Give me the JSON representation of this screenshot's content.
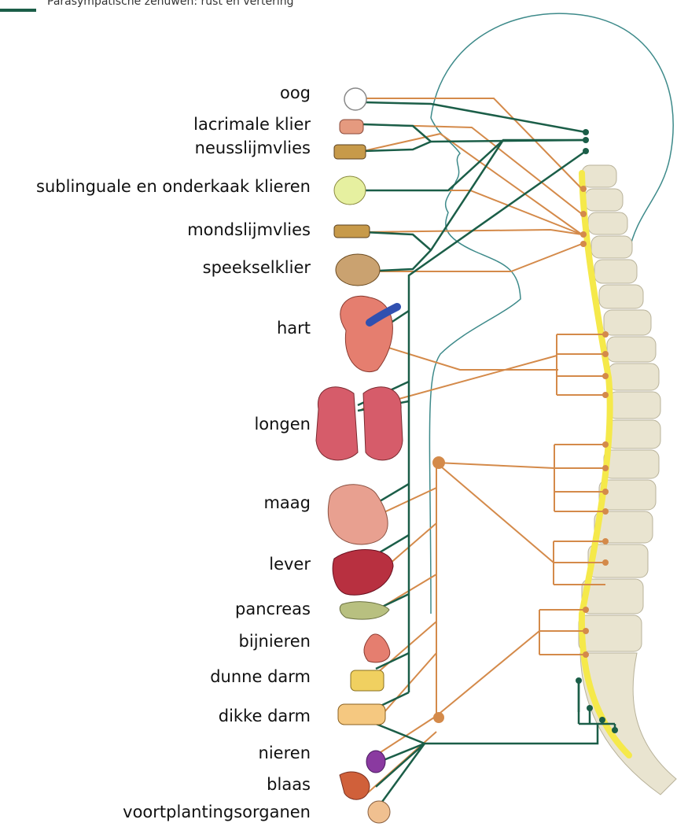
{
  "legend": {
    "parasympathetic": "Parasympatische zenuwen: rust en vertering"
  },
  "organs": [
    {
      "id": "oog",
      "label": "oog"
    },
    {
      "id": "lacrimale-klier",
      "label": "lacrimale klier"
    },
    {
      "id": "neusslijmvlies",
      "label": "neusslijmvlies"
    },
    {
      "id": "sublinguale",
      "label": "sublinguale en onderkaak klieren"
    },
    {
      "id": "mondslijmvlies",
      "label": "mondslijmvlies"
    },
    {
      "id": "speekselklier",
      "label": "speekselklier"
    },
    {
      "id": "hart",
      "label": "hart"
    },
    {
      "id": "longen",
      "label": "longen"
    },
    {
      "id": "maag",
      "label": "maag"
    },
    {
      "id": "lever",
      "label": "lever"
    },
    {
      "id": "pancreas",
      "label": "pancreas"
    },
    {
      "id": "bijnieren",
      "label": "bijnieren"
    },
    {
      "id": "dunne-darm",
      "label": "dunne darm"
    },
    {
      "id": "dikke-darm",
      "label": "dikke darm"
    },
    {
      "id": "nieren",
      "label": "nieren"
    },
    {
      "id": "blaas",
      "label": "blaas"
    },
    {
      "id": "voortplantingsorganen",
      "label": "voortplantingsorganen"
    }
  ],
  "colors": {
    "parasympathetic": "#1b5e48",
    "sympathetic": "#d48a4a",
    "spinal_cord": "#f5e94a",
    "vertebra": "#e9e4d0",
    "body_outline": "#3d8a8a"
  }
}
